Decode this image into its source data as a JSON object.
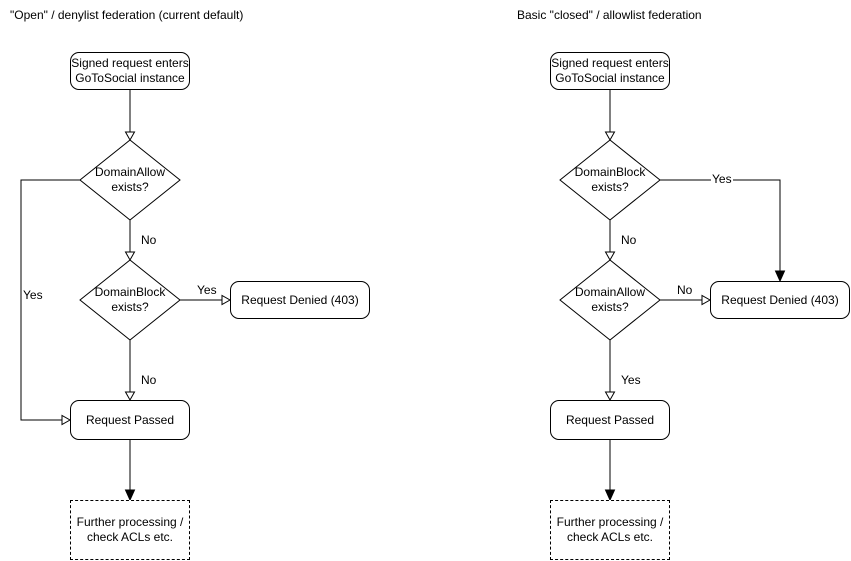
{
  "titles": {
    "left": "\"Open\" / denylist federation (current default)",
    "right": "Basic \"closed\" / allowlist federation"
  },
  "left": {
    "start": "Signed request enters\nGoToSocial instance",
    "decision_allow": "DomainAllow\nexists?",
    "decision_block": "DomainBlock\nexists?",
    "denied": "Request Denied (403)",
    "passed": "Request Passed",
    "further": "Further processing /\ncheck ACLs etc.",
    "allow_yes": "Yes",
    "allow_no": "No",
    "block_yes": "Yes",
    "block_no": "No"
  },
  "right": {
    "start": "Signed request enters\nGoToSocial instance",
    "decision_block": "DomainBlock\nexists?",
    "decision_allow": "DomainAllow\nexists?",
    "denied": "Request Denied (403)",
    "passed": "Request Passed",
    "further": "Further processing /\ncheck ACLs etc.",
    "block_yes": "Yes",
    "block_no": "No",
    "allow_no": "No",
    "allow_yes": "Yes"
  }
}
